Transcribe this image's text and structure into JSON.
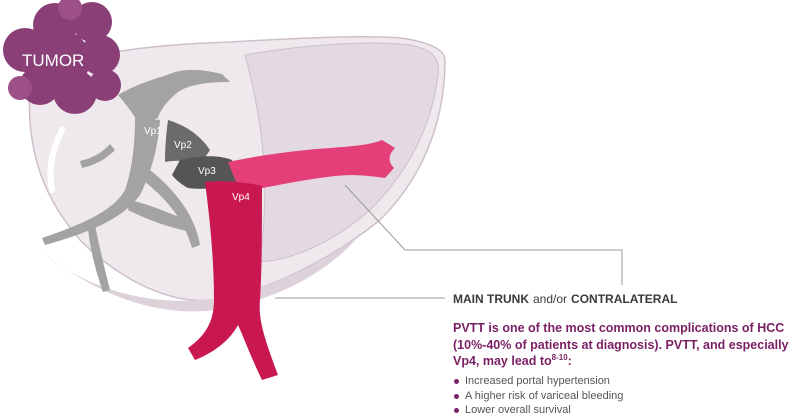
{
  "diagram": {
    "tumor_label": "TUMOR",
    "segments": {
      "vp1": "Vp1",
      "vp2": "Vp2",
      "vp3": "Vp3",
      "vp4": "Vp4"
    }
  },
  "callout": {
    "main_trunk": "MAIN TRUNK",
    "connector": "and/or",
    "contralateral": "CONTRALATERAL"
  },
  "headline": {
    "text": "PVTT is one of the most common complications of HCC (10%-40% of patients at diagnosis). PVTT, and especially Vp4, may lead to",
    "superscript": "8-10",
    "suffix": ":"
  },
  "bullets": [
    "Increased portal hypertension",
    "A higher risk of variceal bleeding",
    "Lower overall survival"
  ],
  "colors": {
    "liver_light": "#efe9ee",
    "liver_mid": "#e3d9e1",
    "liver_outline": "#cdbfca",
    "branch_gray": "#a3a3a3",
    "segment_dark": "#6b6b6b",
    "segment_darker": "#555555",
    "vein_pink": "#e43f79",
    "vein_crimson": "#c8184f",
    "tumor_purple": "#8a3f77",
    "headline_purple": "#7a1f63"
  }
}
